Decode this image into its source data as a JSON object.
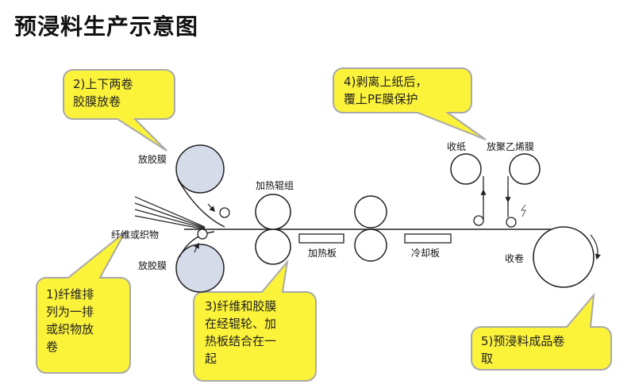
{
  "title": "预浸料生产示意图",
  "labels": {
    "top_film": "放胶膜",
    "bottom_film": "放胶膜",
    "fiber": "纤维或织物",
    "roller_group": "加热辊组",
    "heating_plate": "加热板",
    "cooling_plate": "冷却板",
    "paper_take": "收纸",
    "pe_film": "放聚乙烯膜",
    "wind_up": "收卷"
  },
  "callouts": {
    "c1": {
      "lines": [
        "1)纤维排",
        "列为一排",
        "或织物放",
        "卷"
      ]
    },
    "c2": {
      "lines": [
        "2)上下两卷",
        "胶膜放卷"
      ]
    },
    "c3": {
      "lines": [
        "3)纤维和胶膜",
        "在经辊轮、加",
        "热板结合在一",
        "起"
      ]
    },
    "c4": {
      "lines": [
        "4)剥离上纸后，",
        "覆上PE膜保护"
      ]
    },
    "c5": {
      "lines": [
        "5)预浸料成品卷",
        "取"
      ]
    }
  },
  "colors": {
    "callout_fill": "#fbf23a",
    "callout_stroke": "#a9a9a9",
    "film_roll_fill": "#d5dbe9",
    "line": "#222222"
  }
}
